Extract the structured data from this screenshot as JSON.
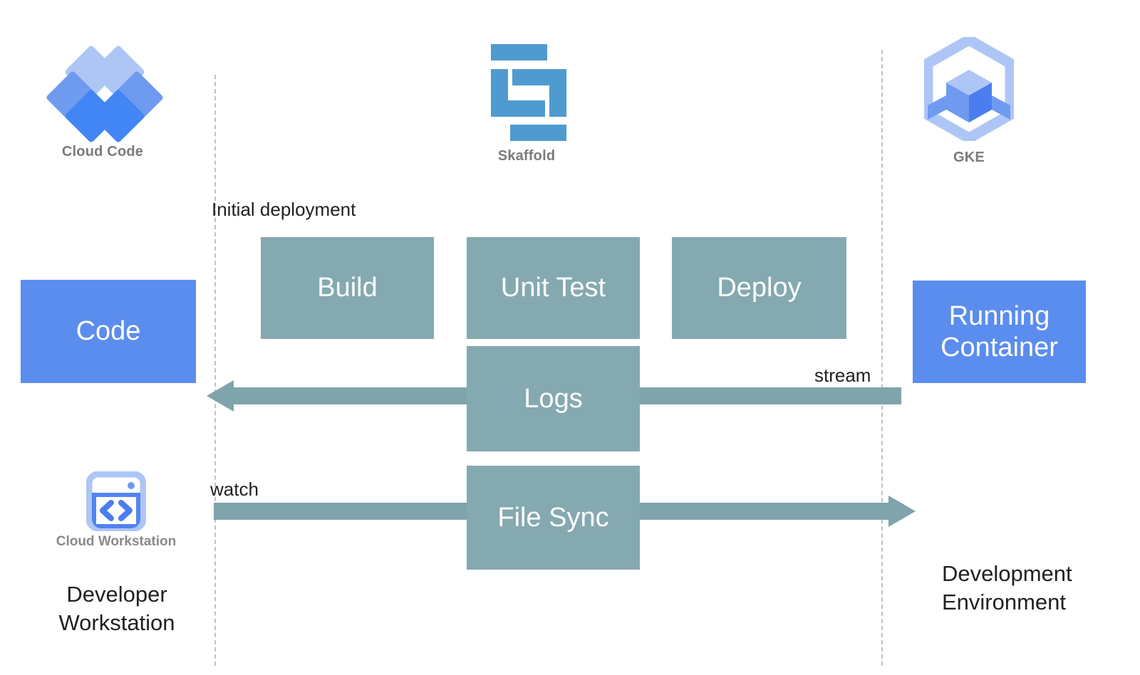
{
  "diagram": {
    "title": "Skaffold development loop between Developer Workstation and Development Environment",
    "colors": {
      "blue_box": "#5b8dee",
      "process_box": "#85a9b0",
      "arrow": "#7fa4ac",
      "boundary_line": "#bfc3c6",
      "caption_text": "#7b7b7b",
      "body_text": "#202124",
      "skaffold_blue": "#4f9bd0",
      "cloudcode_blue_dark": "#4285f4",
      "cloudcode_blue_mid": "#6e9bf0",
      "cloudcode_blue_light": "#aec6f6",
      "gke_blue_light": "#aec6f6",
      "gke_blue_mid": "#6e9bf0"
    },
    "logos": [
      {
        "id": "cloud-code",
        "caption": "Cloud Code",
        "icon": "cloud-code-diamonds-icon"
      },
      {
        "id": "skaffold",
        "caption": "Skaffold",
        "icon": "skaffold-logo-icon"
      },
      {
        "id": "gke",
        "caption": "GKE",
        "icon": "gke-hexagon-cube-icon"
      }
    ],
    "cloud_workstation": {
      "caption": "Cloud Workstation",
      "icon": "cloud-workstation-code-window-icon"
    },
    "endpoints": [
      {
        "id": "code",
        "label": "Code"
      },
      {
        "id": "running-container",
        "label": "Running\nContainer"
      }
    ],
    "process_boxes": [
      {
        "id": "build",
        "label": "Build"
      },
      {
        "id": "unit-test",
        "label": "Unit Test"
      },
      {
        "id": "deploy",
        "label": "Deploy"
      },
      {
        "id": "logs",
        "label": "Logs"
      },
      {
        "id": "file-sync",
        "label": "File Sync"
      }
    ],
    "flow_labels": [
      {
        "id": "initial-deployment",
        "text": "Initial deployment"
      },
      {
        "id": "watch",
        "text": "watch"
      },
      {
        "id": "stream",
        "text": "stream"
      }
    ],
    "arrows": [
      {
        "id": "logs-arrow",
        "direction": "left",
        "label_ref": "stream"
      },
      {
        "id": "filesync-arrow",
        "direction": "right",
        "label_ref": "watch"
      }
    ],
    "environments": [
      {
        "id": "developer-workstation",
        "label": "Developer\nWorkstation"
      },
      {
        "id": "development-environment",
        "label": "Development\nEnvironment"
      }
    ]
  }
}
